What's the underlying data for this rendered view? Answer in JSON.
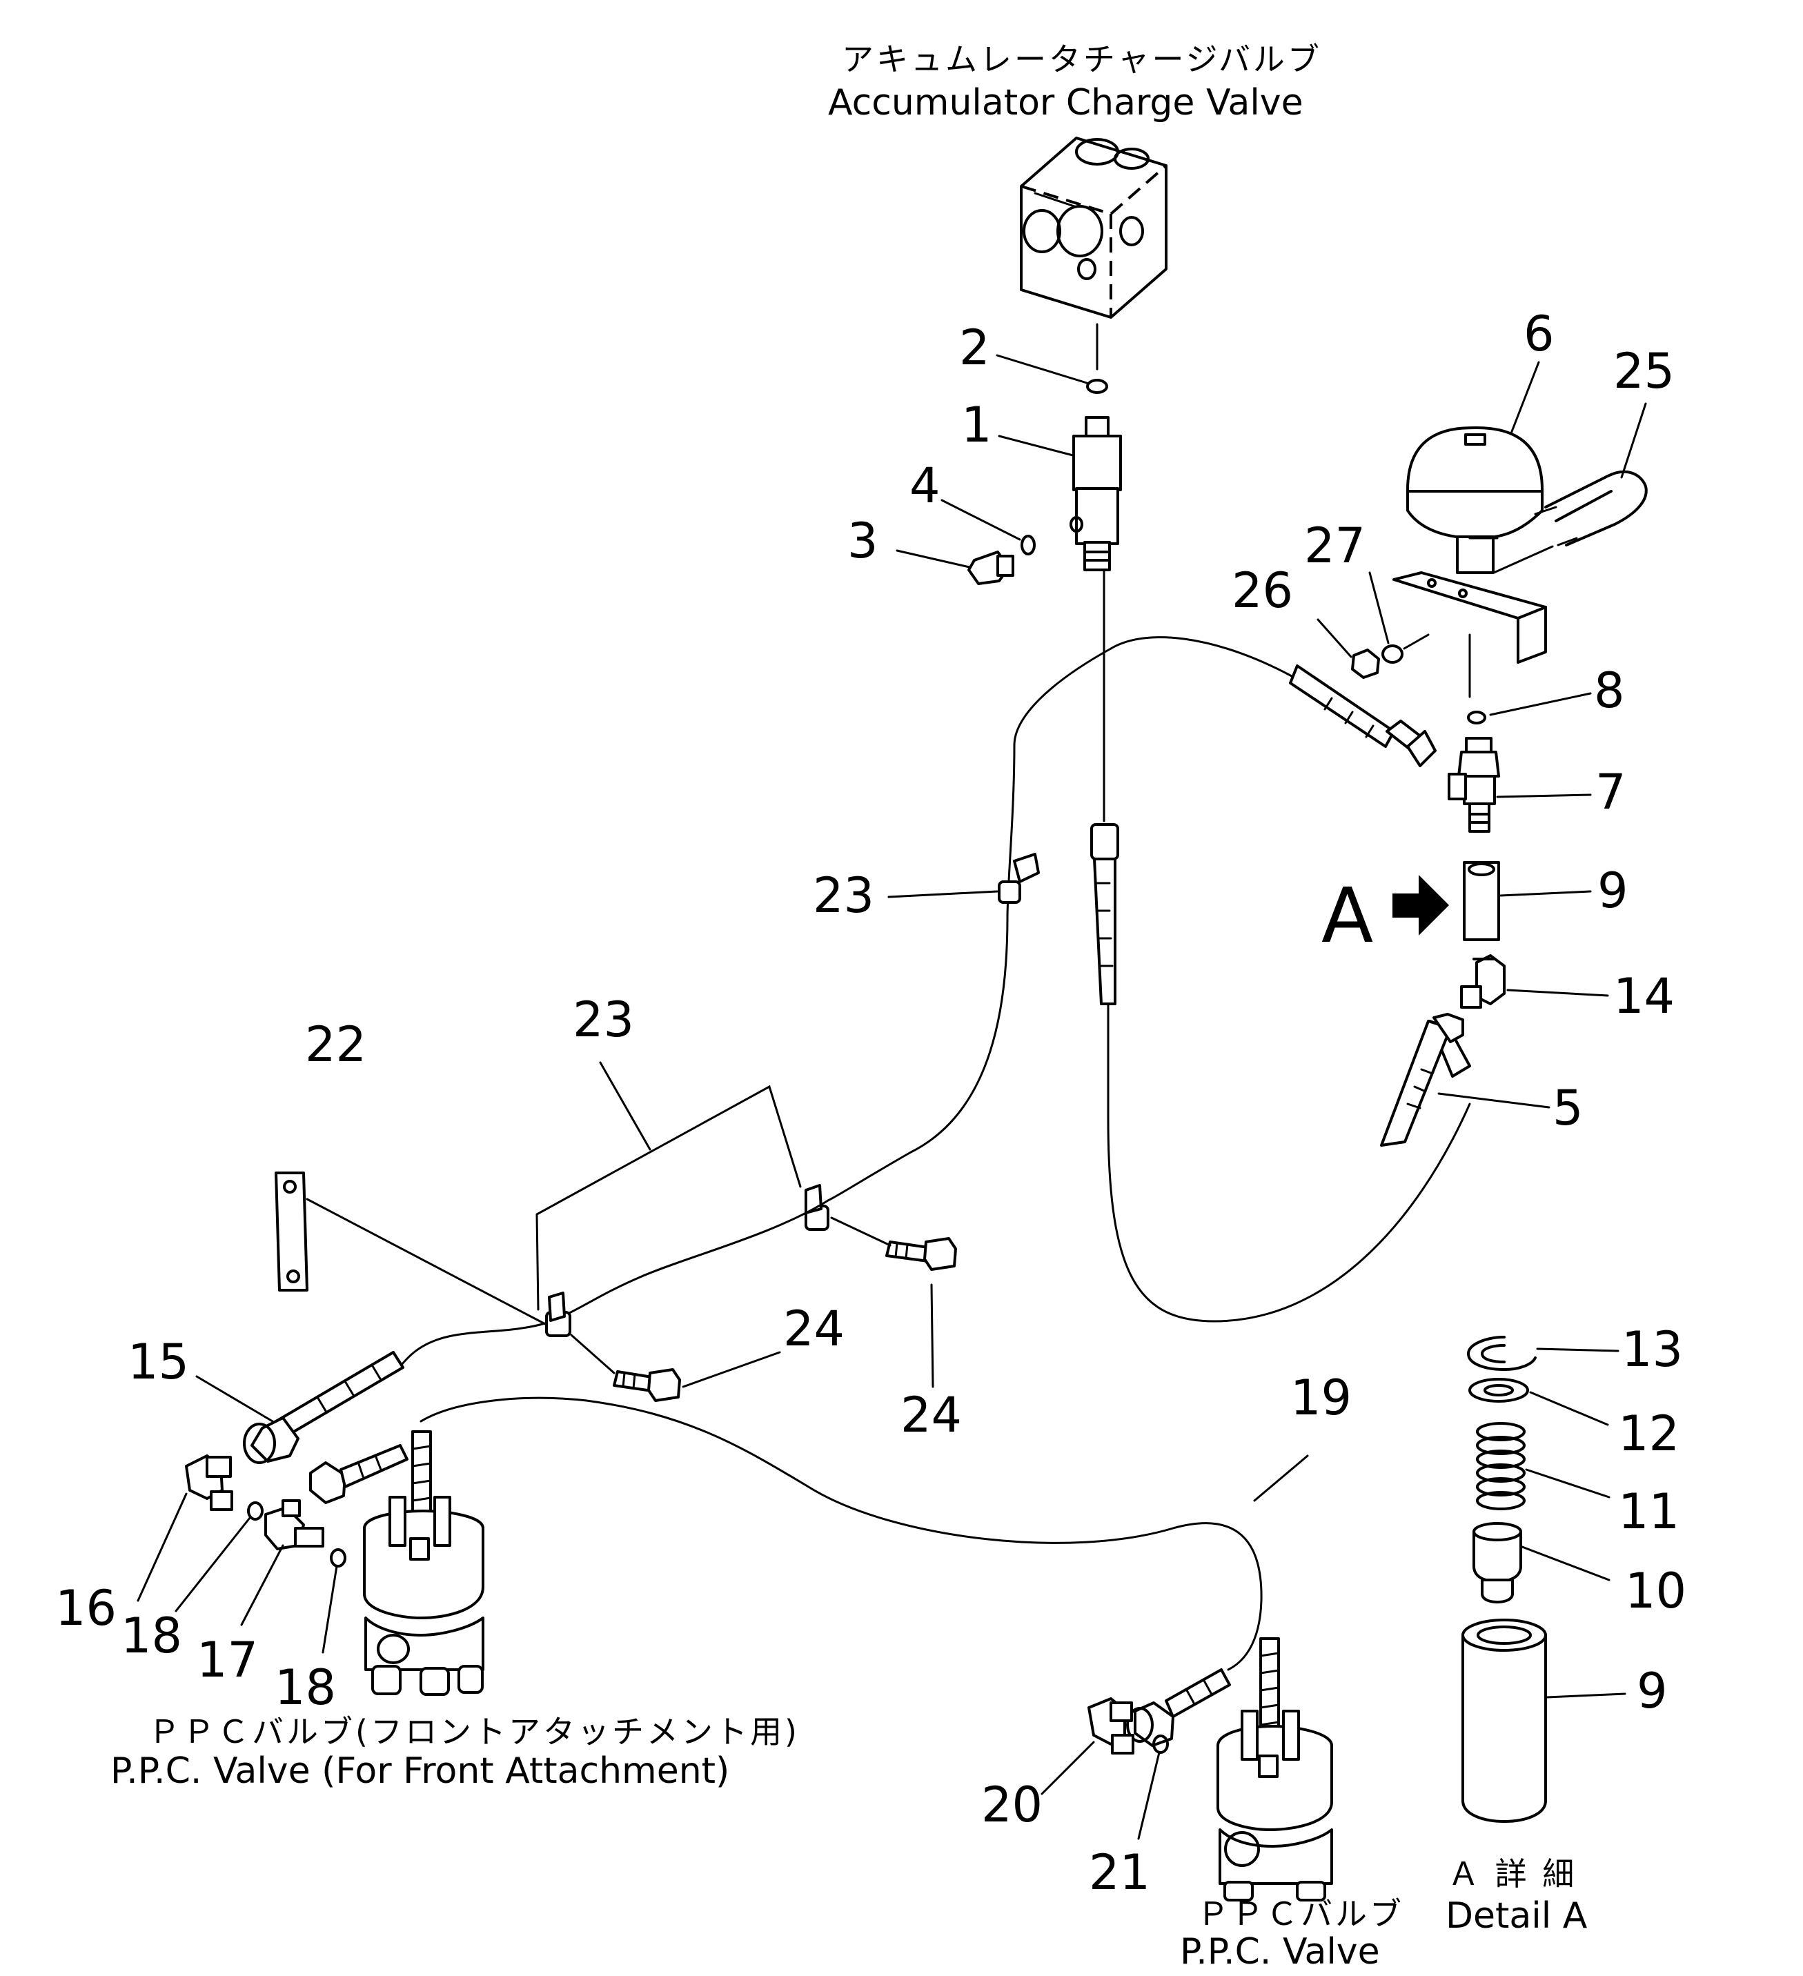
{
  "labels": {
    "charge_valve_jp": "アキュムレータチャージバルブ",
    "charge_valve_en": "Accumulator Charge Valve",
    "ppc_front_jp": "ＰＰＣバルブ(フロントアタッチメント用)",
    "ppc_front_en": "P.P.C. Valve (For Front Attachment)",
    "ppc_jp": "ＰＰＣバルブ",
    "ppc_en": "P.P.C. Valve",
    "detail_jp": "Ａ 詳 細",
    "detail_en": "Detail A",
    "view_marker": "A"
  },
  "parts": {
    "p1": "1",
    "p2": "2",
    "p3": "3",
    "p4": "4",
    "p5": "5",
    "p6": "6",
    "p7": "7",
    "p8": "8",
    "p9a": "9",
    "p9b": "9",
    "p10": "10",
    "p11": "11",
    "p12": "12",
    "p13": "13",
    "p14": "14",
    "p15": "15",
    "p16": "16",
    "p17": "17",
    "p18a": "18",
    "p18b": "18",
    "p19": "19",
    "p20": "20",
    "p21": "21",
    "p22": "22",
    "p23a": "23",
    "p23b": "23",
    "p24a": "24",
    "p24b": "24",
    "p25": "25",
    "p26": "26",
    "p27": "27"
  }
}
